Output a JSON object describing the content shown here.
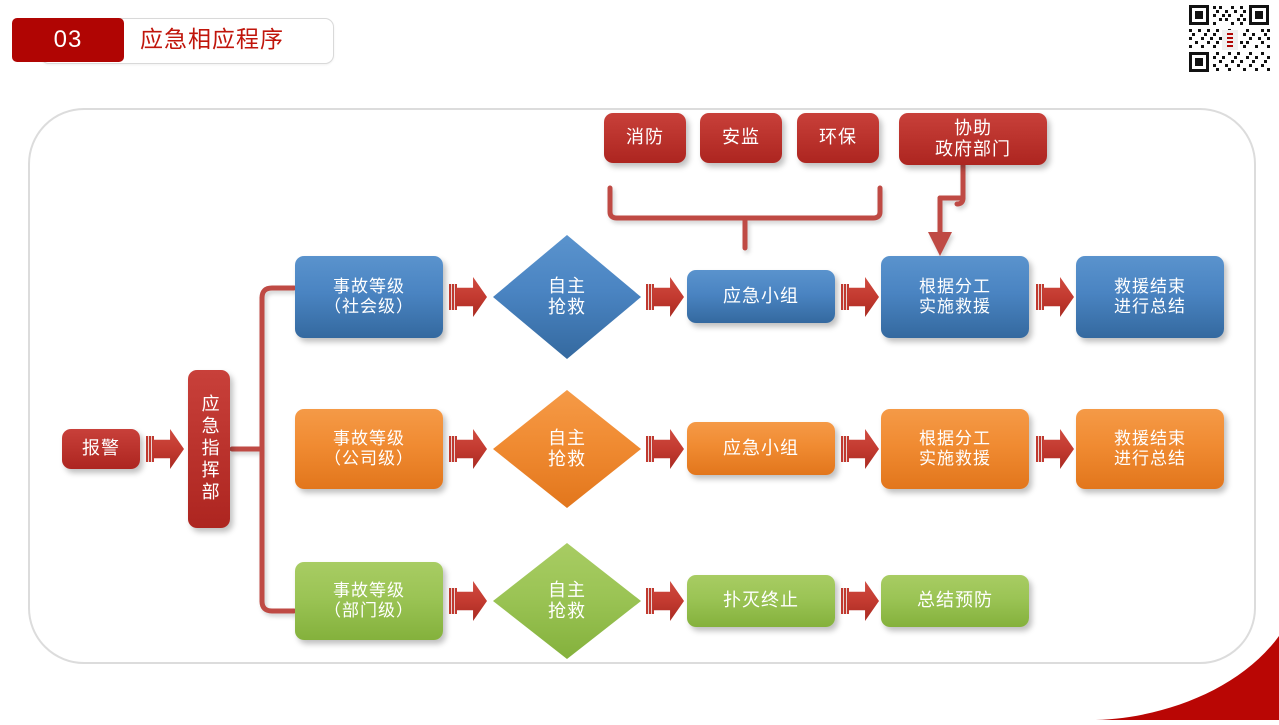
{
  "header": {
    "number": "03",
    "title": "应急相应程序"
  },
  "qr": {
    "name": "qr-code"
  },
  "flow": {
    "entry": {
      "label": "报警"
    },
    "command_center": {
      "label": "应急指挥部"
    },
    "support_boxes": [
      {
        "label": "消防"
      },
      {
        "label": "安监"
      },
      {
        "label": "环保"
      }
    ],
    "gov_assist": {
      "line1": "协助",
      "line2": "政府部门"
    },
    "rows": [
      {
        "color": "#4a84c2",
        "level_line1": "事故等级",
        "level_line2": "（社会级）",
        "decision_line1": "自主",
        "decision_line2": "抢救",
        "step3": "应急小组",
        "step4_line1": "根据分工",
        "step4_line2": "实施救援",
        "step5_line1": "救援结束",
        "step5_line2": "进行总结"
      },
      {
        "color": "#f08b32",
        "level_line1": "事故等级",
        "level_line2": "（公司级）",
        "decision_line1": "自主",
        "decision_line2": "抢救",
        "step3": "应急小组",
        "step4_line1": "根据分工",
        "step4_line2": "实施救援",
        "step5_line1": "救援结束",
        "step5_line2": "进行总结"
      },
      {
        "color": "#9bc455",
        "level_line1": "事故等级",
        "level_line2": "（部门级）",
        "decision_line1": "自主",
        "decision_line2": "抢救",
        "step3": "扑灭终止",
        "step4_line1": "总结预防",
        "step4_line2": "",
        "step5_line1": "",
        "step5_line2": ""
      }
    ]
  },
  "colors": {
    "brand_red": "#b00503",
    "title_red": "#c0150b",
    "connector_red": "#bf4a44",
    "blue": "#4a84c2",
    "orange": "#f08b32",
    "green": "#9bc455",
    "panel_border": "#dcdcdc"
  }
}
